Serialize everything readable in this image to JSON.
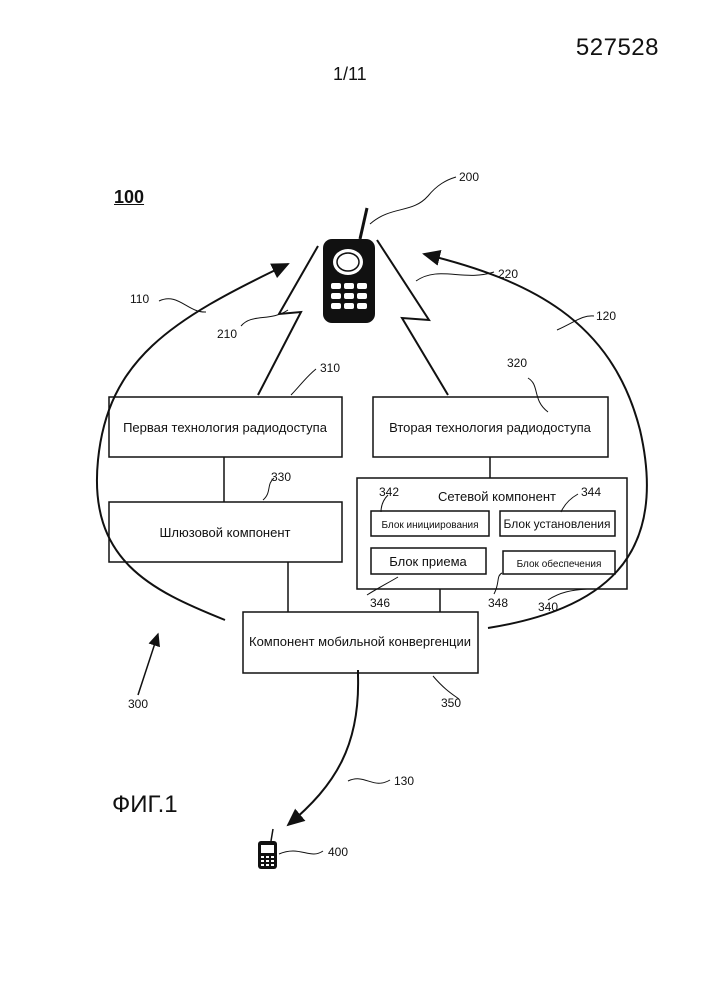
{
  "header": {
    "page_number": "527528",
    "sheet_number": "1/11"
  },
  "figure": {
    "label": "ФИГ.1",
    "system_ref": "100"
  },
  "components": {
    "rat1": "Первая технология радиодоступа",
    "rat2": "Вторая технология радиодоступа",
    "gateway": "Шлюзовой компонент",
    "network": "Сетевой компонент",
    "initiation": "Блок инициирования",
    "establishment": "Блок установления",
    "reception": "Блок приема",
    "provision": "Блок обеспечения",
    "mcc": "Компонент мобильной конвергенции"
  },
  "refs": {
    "r100": "100",
    "r110": "110",
    "r120": "120",
    "r130": "130",
    "r200": "200",
    "r210": "210",
    "r220": "220",
    "r300": "300",
    "r310": "310",
    "r320": "320",
    "r330": "330",
    "r340": "340",
    "r342": "342",
    "r344": "344",
    "r346": "346",
    "r348": "348",
    "r350": "350",
    "r400": "400"
  },
  "icons": {
    "primary_device": "mobile-phone-icon",
    "secondary_device": "mobile-phone-icon"
  }
}
